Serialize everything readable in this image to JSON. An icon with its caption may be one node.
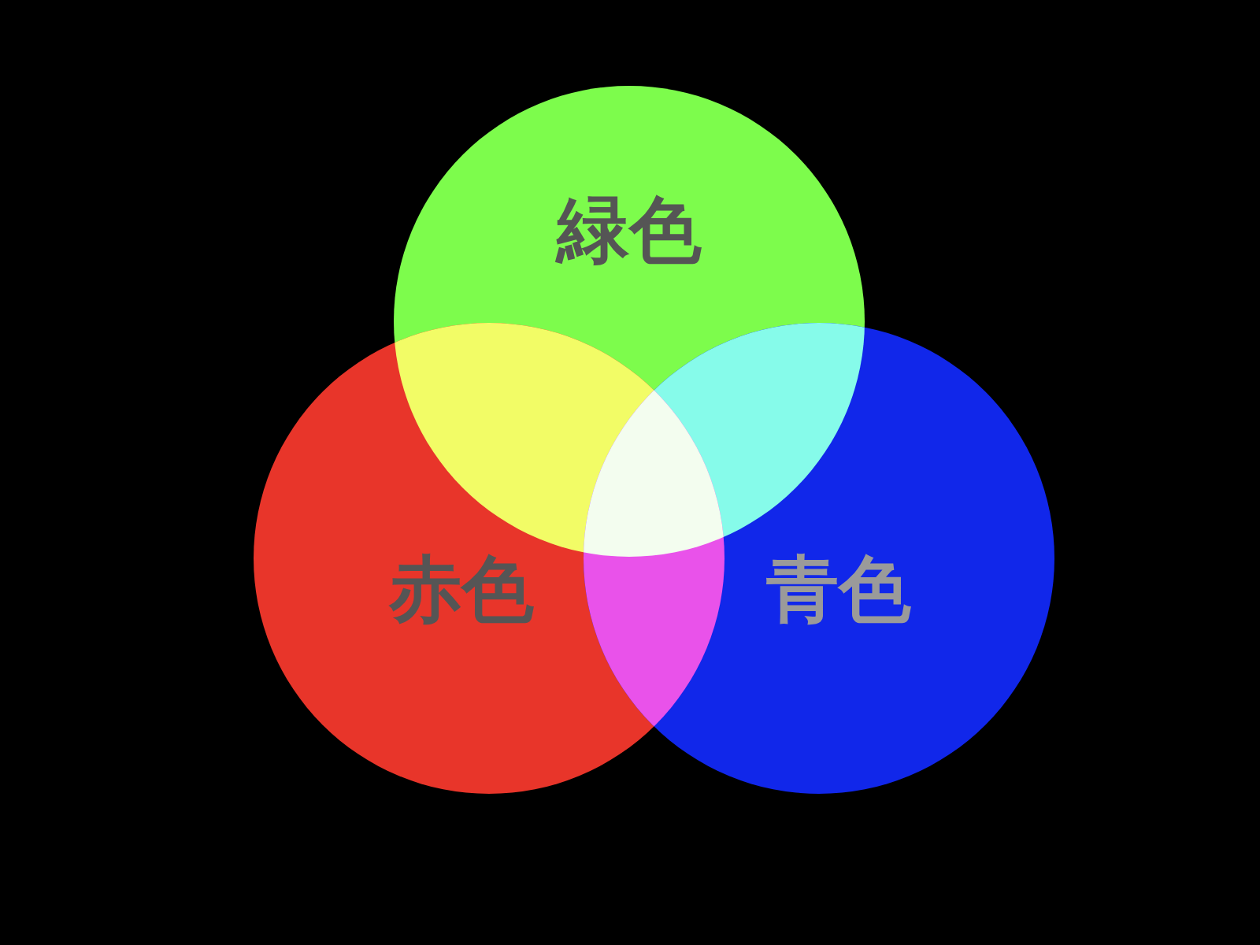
{
  "diagram": {
    "nodes": [
      {
        "text": [
          "緑色"
        ]
      },
      {
        "text": [
          "赤色"
        ]
      },
      {
        "text": [
          "青色"
        ]
      }
    ]
  }
}
